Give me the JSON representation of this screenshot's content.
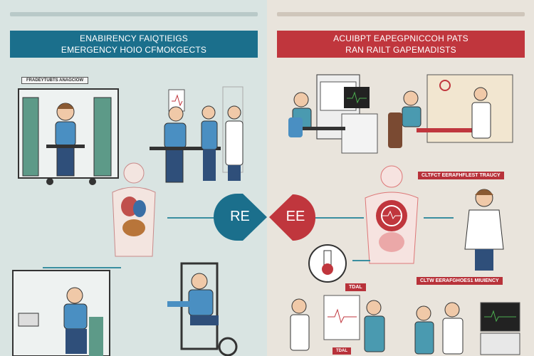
{
  "left": {
    "banner_line1": "ENABIRENCY FAIQTIEIGS",
    "banner_line2": "EMERGENCY HOIO CFMOKGECTS",
    "small_label": "FRADEYTUBTS ANAGCIOW",
    "arrow_label": "RE",
    "color": "#1b6f8c"
  },
  "right": {
    "banner_line1": "ACUIBPT EAPEGPNICCOH PATS",
    "banner_line2": "RAN RAILT GAPEMADISTS",
    "tag_top": "CLTFCT EERAFHFLEST TRAUCY",
    "tag_bottom": "CLTW EERAFGHOES1 MIUIENCY",
    "tag_small": "TDAL",
    "tag_monitor": "TDAL",
    "arrow_label": "EE",
    "color": "#c0363d"
  }
}
